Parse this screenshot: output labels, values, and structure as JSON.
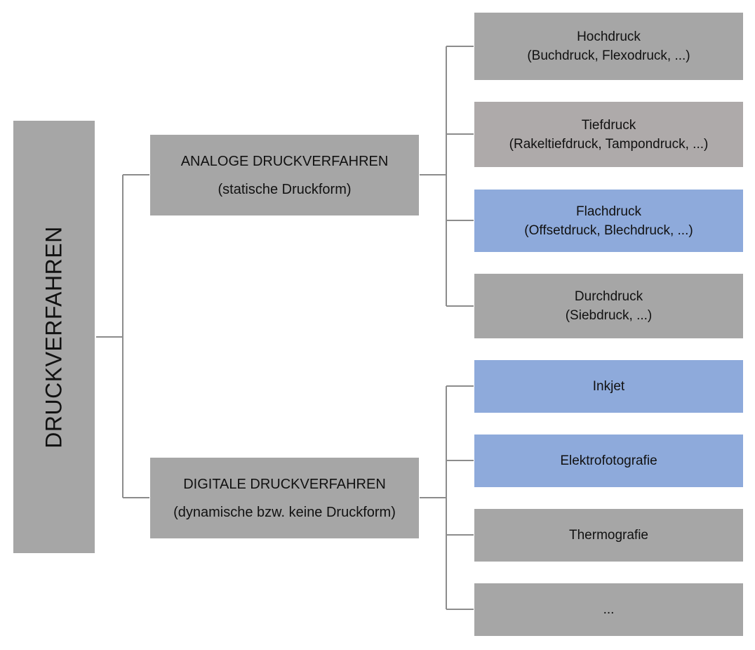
{
  "root": {
    "label": "DRUCKVERFAHREN"
  },
  "categories": [
    {
      "title": "ANALOGE DRUCKVERFAHREN",
      "subtitle": "(statische Druckform)"
    },
    {
      "title": "DIGITALE DRUCKVERFAHREN",
      "subtitle": "(dynamische bzw. keine Druckform)"
    }
  ],
  "analog_methods": [
    {
      "name": "Hochdruck",
      "examples": "(Buchdruck, Flexodruck, ...)",
      "color": "#a6a6a6"
    },
    {
      "name": "Tiefdruck",
      "examples": "(Rakeltiefdruck, Tampondruck, ...)",
      "color": "#aeaaaa"
    },
    {
      "name": "Flachdruck",
      "examples": "(Offsetdruck, Blechdruck, ...)",
      "color": "#8eaadb"
    },
    {
      "name": "Durchdruck",
      "examples": "(Siebdruck, ...)",
      "color": "#a6a6a6"
    }
  ],
  "digital_methods": [
    {
      "name": "Inkjet",
      "color": "#8eaadb"
    },
    {
      "name": "Elektrofotografie",
      "color": "#8eaadb"
    },
    {
      "name": "Thermografie",
      "color": "#a6a6a6"
    },
    {
      "name": "...",
      "color": "#a6a6a6"
    }
  ],
  "colors": {
    "gray_box": "#a6a6a6",
    "warm_gray_box": "#aeaaaa",
    "blue_box": "#8eaadb",
    "connector": "#8c8c8c"
  }
}
